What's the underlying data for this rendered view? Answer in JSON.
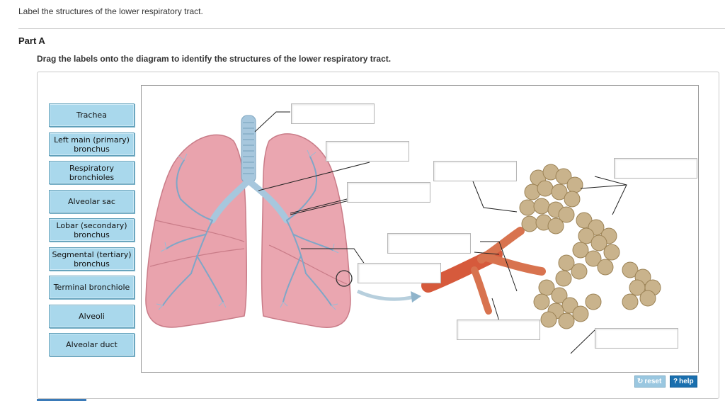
{
  "header": {
    "instruction": "Label the structures of the lower respiratory tract."
  },
  "part": {
    "title": "Part A",
    "prompt": "Drag the labels onto the diagram to identify the structures of the lower respiratory tract."
  },
  "labels": [
    "Trachea",
    "Left main (primary) bronchus",
    "Respiratory bronchioles",
    "Alveolar sac",
    "Lobar (secondary) bronchus",
    "Segmental (tertiary) bronchus",
    "Terminal bronchiole",
    "Alveoli",
    "Alveolar duct"
  ],
  "controls": {
    "reset": "reset",
    "help": "help",
    "help_icon": "?"
  },
  "colors": {
    "label_bg": "#a9d8ec",
    "lung": "#e9a3ad",
    "bronchi": "#a7c7dd",
    "alveoli": "#c9b38c",
    "help_bg": "#1a6fae",
    "reset_bg": "#9ac7e0"
  }
}
